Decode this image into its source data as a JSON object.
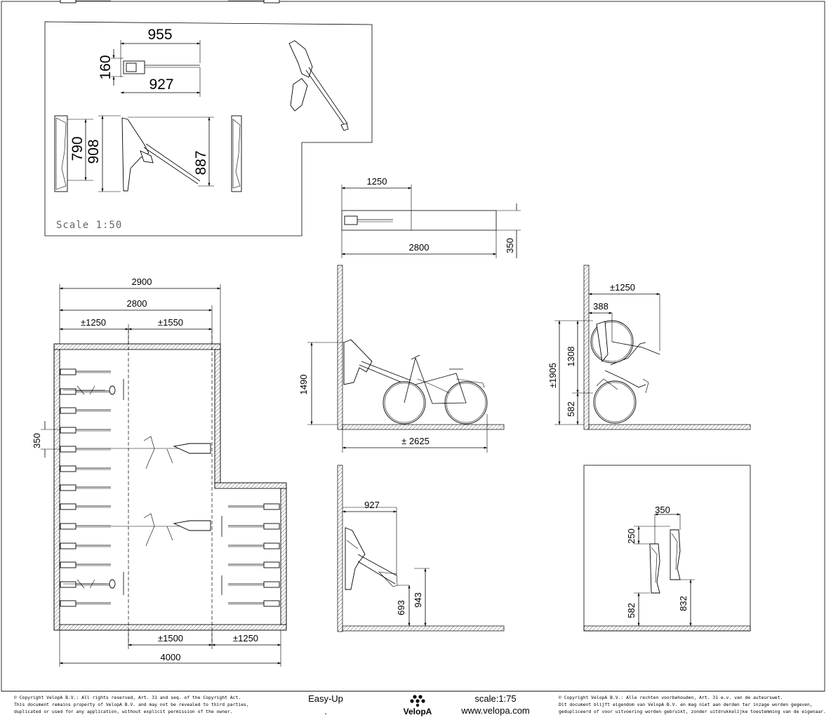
{
  "inset": {
    "scale_label": "Scale 1:50",
    "dims": {
      "top_width": "955",
      "top_height": "160",
      "top_length": "927",
      "side_790": "790",
      "side_908": "908",
      "side_887": "887"
    }
  },
  "plan": {
    "dims": {
      "d2900": "2900",
      "d2800": "2800",
      "d1250a": "±1250",
      "d1550": "±1550",
      "d350": "350",
      "d1500": "±1500",
      "d1250b": "±1250",
      "d4000": "4000"
    }
  },
  "topview": {
    "dims": {
      "d1250": "1250",
      "d2800": "2800",
      "d350": "350"
    }
  },
  "elevation": {
    "dims": {
      "d1490": "1490",
      "d2625": "± 2625"
    }
  },
  "stacked": {
    "dims": {
      "d1250": "±1250",
      "d388": "388",
      "d1905": "±1905",
      "d1308": "1308",
      "d582": "582"
    }
  },
  "folded": {
    "dims": {
      "d927": "927",
      "d693": "693",
      "d943": "943"
    }
  },
  "staggered": {
    "dims": {
      "d350": "350",
      "d250": "250",
      "d582": "582",
      "d832": "832"
    }
  },
  "footer": {
    "copyright_en": [
      "© Copyright VelopA B.V.: All rights reserved, Art. 31 and seq. of the Copyright Act.",
      "This document remains property of VelopA B.V. and may not be revealed to third parties,",
      "duplicated or used for any application, without explicit permission of the owner."
    ],
    "product": "Easy-Up",
    "dot": ".",
    "brand": "VelopA",
    "scale": "scale:1:75",
    "website": "www.velopa.com",
    "copyright_nl": [
      "© Copyright VelopA B.V.: Alle rechten voorbehouden, Art. 31 e.v. van de auteurswet.",
      "Dit document blijft eigendom van VelopA B.V. en mag niet aan derden ter inzage worden gegeven,",
      "gedupliceerd of voor uitvoering worden gebruikt, zonder uitdrukkelijke toestemming van de eigenaar."
    ]
  }
}
